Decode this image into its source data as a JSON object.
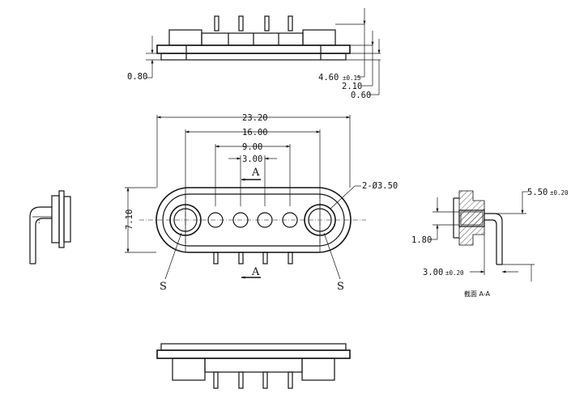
{
  "dimensions": {
    "overall_length": "23.20",
    "pitch_outer": "16.00",
    "pitch_mid": "9.00",
    "pitch_inner": "3.00",
    "height": "7.10",
    "hole_callout": "2-Ø3.50",
    "thickness_base": "0.80",
    "height_total": "4.60",
    "height_total_tol": "±0.15",
    "flange": "2.10",
    "plate": "0.60",
    "section_height": "5.50",
    "section_height_tol": "±0.20",
    "section_gap": "1.80",
    "section_offset": "3.00",
    "section_offset_tol": "±0.20"
  },
  "labels": {
    "section_mark": "A",
    "spring_left": "S",
    "spring_right": "S",
    "section_caption": "截面  A-A"
  },
  "colors": {
    "line": "#111111",
    "background": "#ffffff"
  }
}
